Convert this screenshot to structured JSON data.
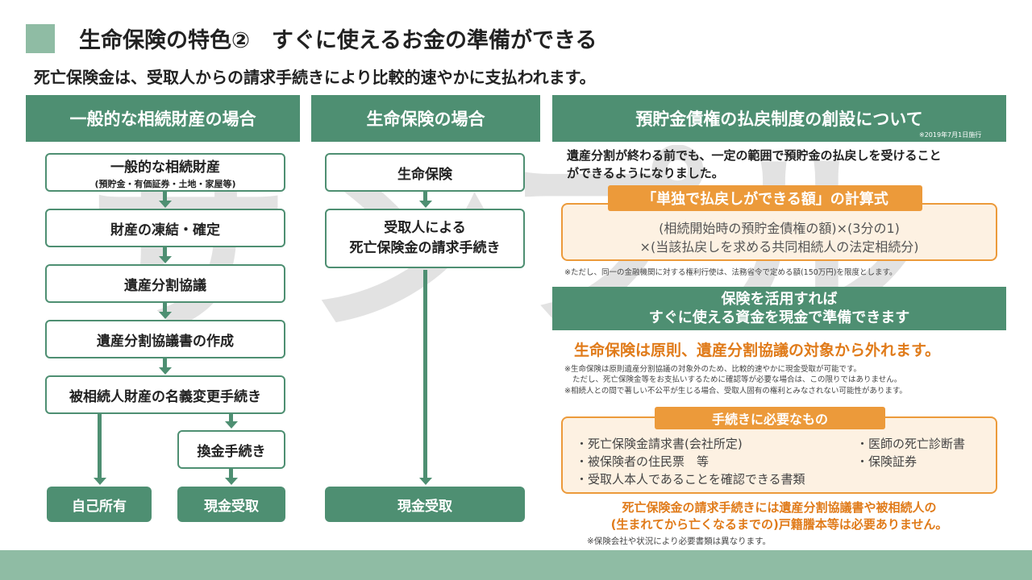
{
  "header": {
    "title": "生命保険の特色②　すぐに使えるお金の準備ができる",
    "subtitle": "死亡保険金は、受取人からの請求手続きにより比較的速やかに支払われます。"
  },
  "watermark": "サンプル",
  "col1": {
    "heading": "一般的な相続財産の場合",
    "box1_title": "一般的な相続財産",
    "box1_sub": "(預貯金・有価証券・土地・家屋等)",
    "box2": "財産の凍結・確定",
    "box3": "遺産分割協議",
    "box4": "遺産分割協議書の作成",
    "box5": "被相続人財産の名義変更手続き",
    "box6": "換金手続き",
    "result_left": "自己所有",
    "result_right": "現金受取"
  },
  "col2": {
    "heading": "生命保険の場合",
    "box1": "生命保険",
    "box2_line1": "受取人による",
    "box2_line2": "死亡保険金の請求手続き",
    "result": "現金受取"
  },
  "col3": {
    "heading": "預貯金債権の払戻制度の創設について",
    "date_note": "※2019年7月1日施行",
    "intro_line1": "遺産分割が終わる前でも、一定の範囲で預貯金の払戻しを受けること",
    "intro_line2": "ができるようになりました。",
    "formula_head": "「単独で払戻しができる額」の計算式",
    "formula_line1": "(相続開始時の預貯金債権の額)×(3分の1)",
    "formula_line2": "×(当該払戻しを求める共同相続人の法定相続分)",
    "formula_note": "※ただし、同一の金融機関に対する権利行使は、法務省令で定める額(150万円)を限度とします。",
    "insurance_head_line1": "保険を活用すれば",
    "insurance_head_line2": "すぐに使える資金を現金で準備できます",
    "highlight": "生命保険は原則、遺産分割協議の対象から外れます。",
    "note1": "※生命保険は原則遺産分割協議の対象外のため、比較的速やかに現金受取が可能です。",
    "note2": "ただし、死亡保険金等をお支払いするために確認等が必要な場合は、この限りではありません。",
    "note3": "※相続人との間で著しい不公平が生じる場合、受取人固有の権利とみなされない可能性があります。",
    "docs_head": "手続きに必要なもの",
    "docs_items": [
      "・死亡保険金請求書(会社所定)",
      "・被保険者の住民票　等",
      "・受取人本人であることを確認できる書類",
      "・医師の死亡診断書",
      "・保険証券"
    ],
    "conclusion_line1": "死亡保険金の請求手続きには遺産分割協議書や被相続人の",
    "conclusion_line2": "(生まれてから亡くなるまでの)戸籍謄本等は必要ありません。",
    "footer_note": "※保険会社や状況により必要書類は異なります。"
  },
  "colors": {
    "green": "#4e8f72",
    "light_green": "#8fbca4",
    "orange": "#ec9a3a",
    "orange_fill": "#fdf1e2",
    "orange_text": "#e07b1a"
  }
}
